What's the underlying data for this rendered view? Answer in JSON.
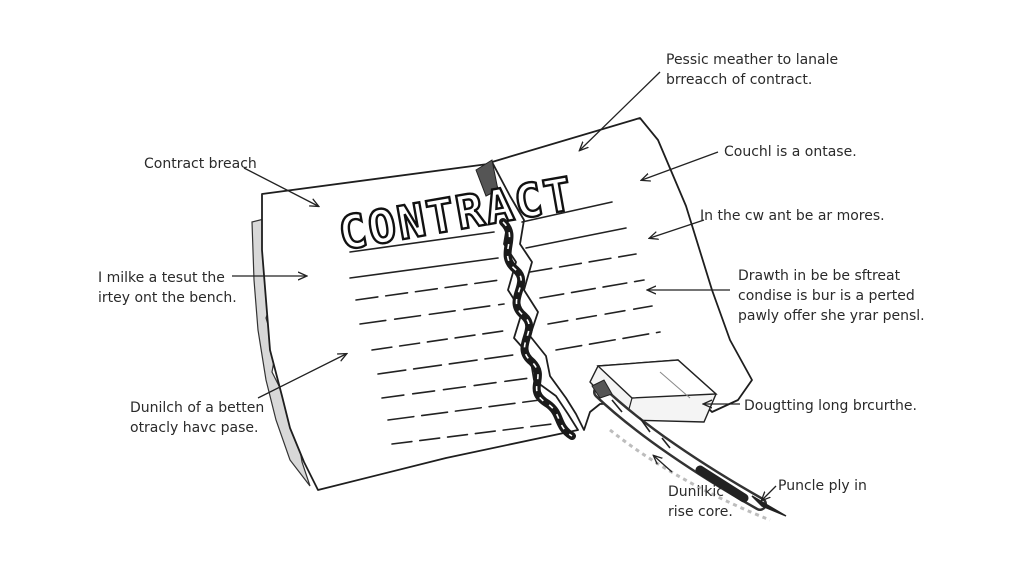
{
  "sketch": {
    "title_text": "CONTRACT",
    "colors": {
      "ink": "#1e1e1e",
      "paper": "#ffffff",
      "shade": "#bdbdbd",
      "label": "#2a2a2a"
    }
  },
  "annotations": {
    "top": {
      "line1": "Pessic meather to lanale",
      "line2": "brreacch of contract."
    },
    "contract_breach": "Contract breach",
    "couchl": "Couchl is a ontase.",
    "cw": "In the cw ant be ar mores.",
    "bench": {
      "line1": "I milke a tesut the",
      "line2": "irtey ont the bench."
    },
    "drawth": {
      "line1": "Drawth in be be sftreat",
      "line2": "condise is bur is a perted",
      "line3": "pawly offer she yrar pensl."
    },
    "dunilch": {
      "line1": "Dunilch of a betten",
      "line2": "otracly havc pase."
    },
    "dougtting": "Dougtting long brcurthe.",
    "dunilkic": {
      "line1": "Dunilkic",
      "line2": "rise core."
    },
    "puncle": "Puncle ply in"
  }
}
